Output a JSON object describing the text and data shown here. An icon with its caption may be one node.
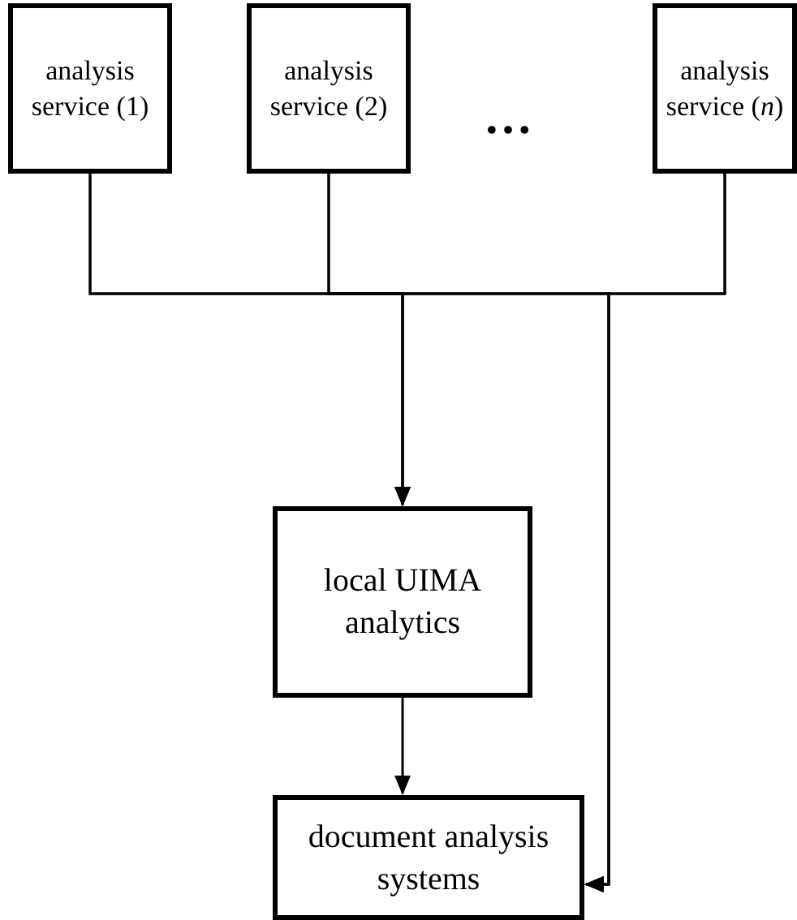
{
  "diagram": {
    "nodes": [
      {
        "text": [
          "analysis service (1)"
        ]
      },
      {
        "text": [
          "analysis service (2)"
        ]
      },
      {
        "text": [
          "analysis service (*n*)"
        ]
      },
      {
        "text": [
          "local UIMA analytics"
        ]
      },
      {
        "text": [
          "document analysis systems"
        ]
      }
    ],
    "edges": [
      {
        "from": 0,
        "to": 3,
        "arrow": "to"
      },
      {
        "from": 1,
        "to": 3,
        "arrow": "to"
      },
      {
        "from": 2,
        "to": 3,
        "arrow": "to"
      },
      {
        "from": 0,
        "to": 4,
        "arrow": "to"
      },
      {
        "from": 1,
        "to": 4,
        "arrow": "to"
      },
      {
        "from": 2,
        "to": 4,
        "arrow": "to"
      },
      {
        "from": 3,
        "to": 4,
        "arrow": "to"
      }
    ],
    "labels": [
      "…"
    ]
  }
}
